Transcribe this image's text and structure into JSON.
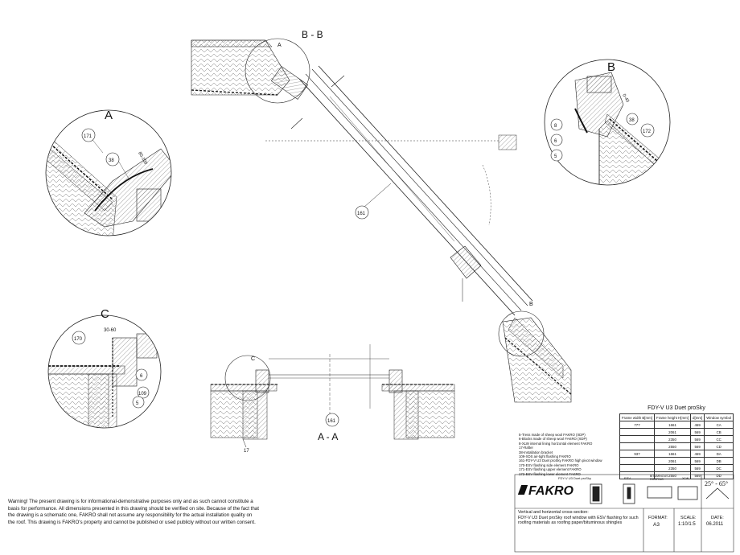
{
  "sections": {
    "bb_title": "B - B",
    "aa_title": "A - A",
    "cut_a": "A",
    "cut_b": "B",
    "cut_c": "C"
  },
  "detail_a": {
    "title": "A",
    "labels": [
      "171",
      "38",
      "80-100"
    ]
  },
  "detail_b": {
    "title": "B",
    "labels": [
      "0-40",
      "8",
      "38",
      "6",
      "172",
      "5"
    ]
  },
  "detail_c": {
    "title": "C",
    "labels": [
      "170",
      "30-60",
      "6",
      "109",
      "5"
    ]
  },
  "main_labels": {
    "b_b_callout": "161",
    "a_a_callout": "161",
    "a_a_17": "17"
  },
  "legend": [
    "5-Tress made of sheep wool FAKRO (XDP)",
    "6-Blocks made of sheep wool FAKRO (XDP)",
    "8-XLW internal lining horizontal element FAKRO",
    "17-Rafter",
    "38-Installation bracket",
    "109-XDS air-tight flashing FAKRO",
    "161-FDY-V U3 Duet proSky FAKRO high pivot window",
    "170-ESV flashing side element FAKRO",
    "171-ESV flashing upper element FAKRO",
    "172-ESV flashing lower element FAKRO"
  ],
  "spec_table": {
    "product": "FDY-V U3 Duet proSky",
    "headers": [
      "Frame width B[mm]",
      "Frame height H[mm]",
      "d[mm]",
      "Window symbol"
    ],
    "rows": [
      [
        "777",
        "1661",
        "469",
        "CA"
      ],
      [
        "",
        "2061",
        "569",
        "CB"
      ],
      [
        "",
        "2350",
        "569",
        "CC"
      ],
      [
        "",
        "2550",
        "569",
        "CD"
      ],
      [
        "937",
        "1661",
        "469",
        "DA"
      ],
      [
        "",
        "2061",
        "569",
        "DB"
      ],
      [
        "",
        "2350",
        "569",
        "DC"
      ],
      [
        "",
        "2550",
        "569",
        "DD"
      ]
    ]
  },
  "product_strip": {
    "items": [
      "FDY-V U3 Duet proSky",
      "ESV",
      "BITUMINOUS ROOFING",
      "XLW"
    ],
    "angle": "25° - 65°"
  },
  "title_block": {
    "brand": "FAKRO",
    "description": "Vertical and horizontal cross-section:\nFDY-V U3 Duet proSky roof window with ESV flashing for such roofing materials as roofing paper/bituminous shingles",
    "format_label": "FORMAT:",
    "format_value": "A3",
    "scale_label": "SCALE:",
    "scale_value": "1:10/1:5",
    "date_label": "DATE:",
    "date_value": "06.2011"
  },
  "warning": "Warning! The present drawing is for informational-demonstrative purposes only and as such cannot constitute a basis for performance. All dimensions presented in this drawing should be verified on site. Because of the fact that the drawing is a schematic one, FAKRO shall not assume any responsibility for the actual installation quality on the roof. This drawing is FAKRO's property and cannot be published or used publicly without our written consent.",
  "colors": {
    "line": "#1a1a1a",
    "hatch": "#555555",
    "fill": "#ffffff"
  }
}
